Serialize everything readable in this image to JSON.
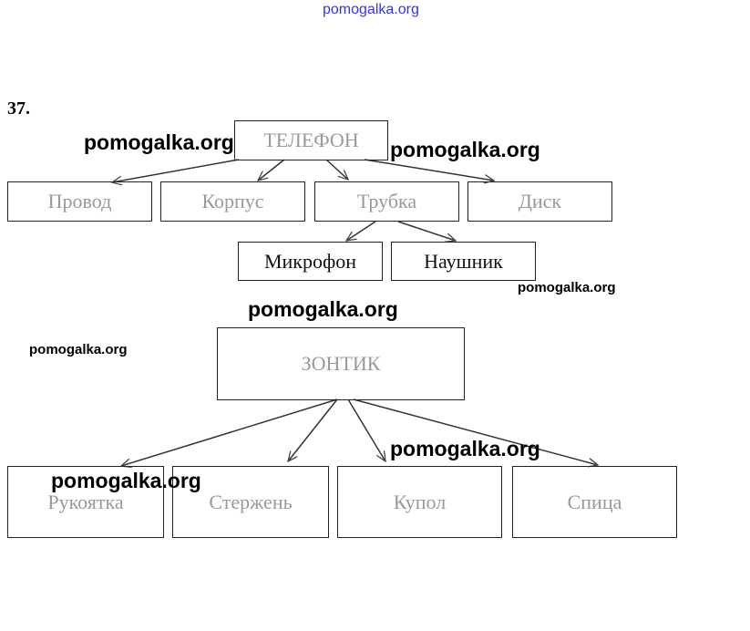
{
  "header_watermark": "pomogalka.org",
  "task_number": "37.",
  "diagram1": {
    "root": "ТЕЛЕФОН",
    "children": [
      "Провод",
      "Корпус",
      "Трубка",
      "Диск"
    ],
    "grandchildren": [
      "Микрофон",
      "Наушник"
    ]
  },
  "diagram2": {
    "root": "ЗОНТИК",
    "children": [
      "Рукоятка",
      "Стержень",
      "Купол",
      "Спица"
    ]
  },
  "watermarks": [
    "pomogalka.org",
    "pomogalka.org",
    "pomogalka.org",
    "pomogalka.org",
    "pomogalka.org",
    "pomogalka.org",
    "pomogalka.org"
  ]
}
